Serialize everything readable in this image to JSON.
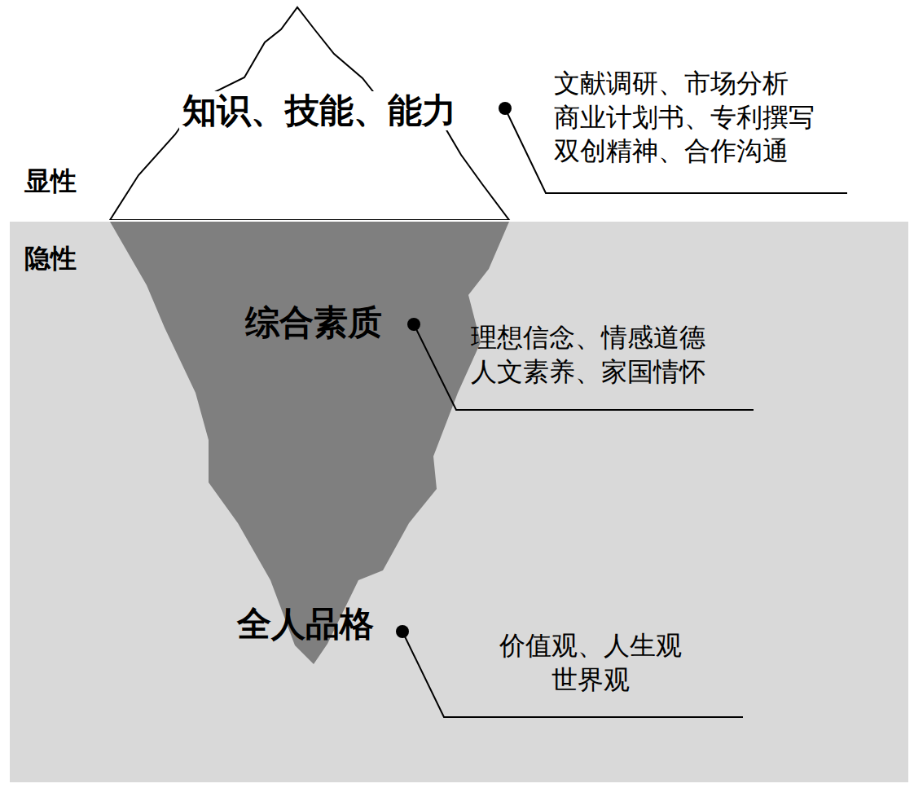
{
  "diagram": {
    "nodes": [
      {
        "text": [
          "知识、技能、能力"
        ]
      },
      {
        "text": [
          "综合素质",
          "全人品格"
        ]
      }
    ],
    "labels": [
      "显性",
      "隐性",
      "文献调研、市场分析 商业计划书、专利撰写 双创精神、合作沟通",
      "理想信念、情感道德 人文素养、家国情怀",
      "价值观、人生观 世界观"
    ]
  }
}
